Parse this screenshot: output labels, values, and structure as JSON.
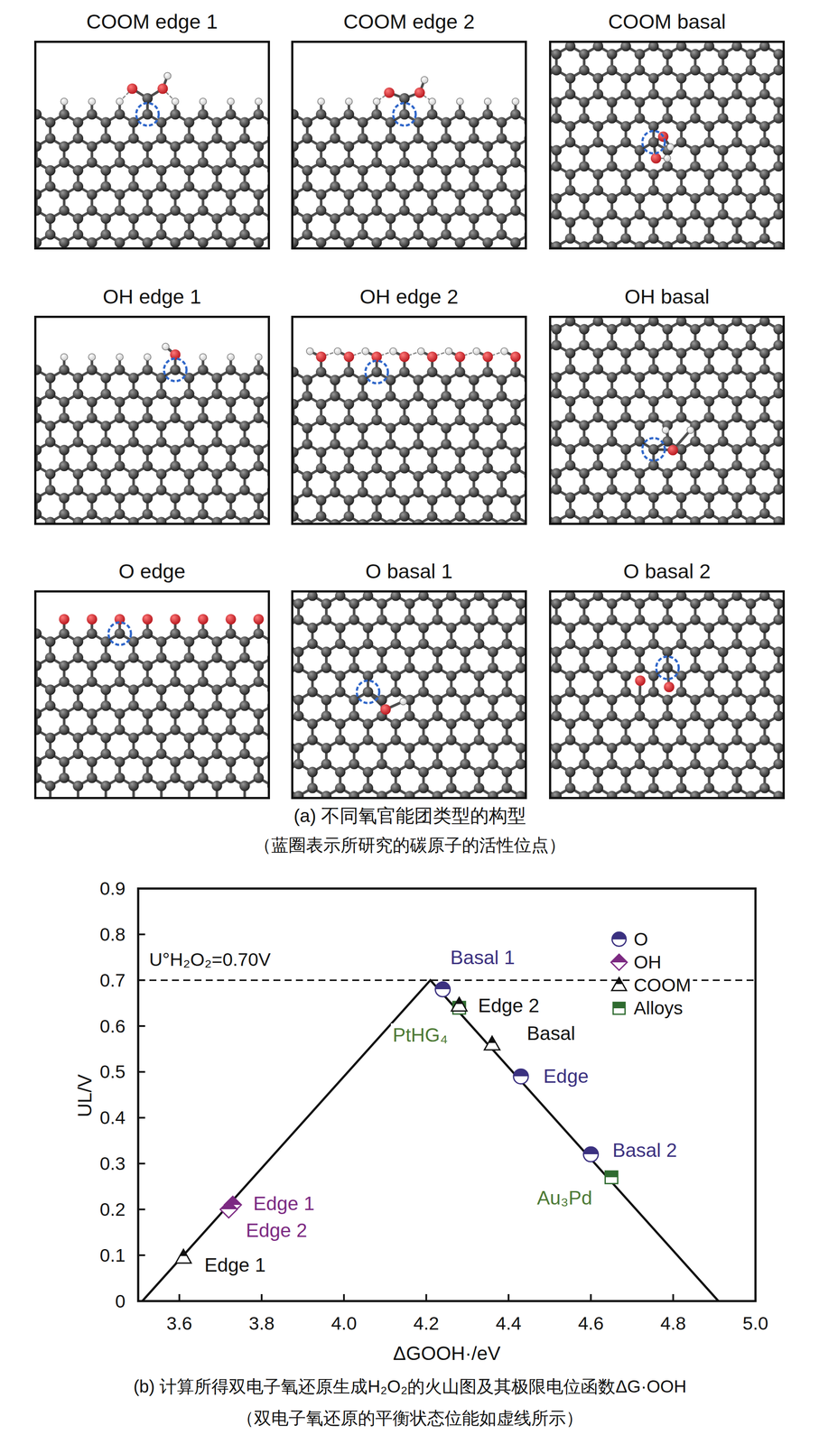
{
  "diagram": {
    "nodes": [
      {
        "text": [
          "COOM edge 1"
        ]
      },
      {
        "text": [
          "COOM edge 2"
        ]
      },
      {
        "text": [
          "COOM basal"
        ]
      },
      {
        "text": [
          "OH edge 1"
        ]
      },
      {
        "text": [
          "OH edge 2"
        ]
      },
      {
        "text": [
          "OH basal"
        ]
      },
      {
        "text": [
          "O edge"
        ]
      },
      {
        "text": [
          "O basal 1"
        ]
      },
      {
        "text": [
          "O basal 2"
        ]
      }
    ],
    "labels": [
      "(a) 不同氧官能团类型的构型",
      "（蓝圈表示所研究的碳原子的活性位点）",
      "0",
      "0.1",
      "0.2",
      "0.3",
      "0.4",
      "0.5",
      "0.6",
      "0.7",
      "0.8",
      "0.9",
      "3.6",
      "3.8",
      "4.0",
      "4.2",
      "4.4",
      "4.6",
      "4.8",
      "5.0",
      "UL/V",
      "ΔGOOH·/eV",
      "U°H₂O₂=0.70V",
      "Basal 1",
      "Edge 2",
      "PtHG₄",
      "Basal",
      "Edge",
      "Basal 2",
      "Au₃Pd",
      "Edge 1",
      "Edge 2",
      "Edge 1",
      "(b) 计算所得双电子氧还原生成H₂O₂的火山图及其极限电位函数ΔG·OOH",
      "（双电子氧还原的平衡状态位能如虚线所示）"
    ],
    "legend": [
      {
        "text": "O"
      },
      {
        "text": "OH"
      },
      {
        "text": "COOM"
      },
      {
        "text": "Alloys"
      }
    ]
  }
}
